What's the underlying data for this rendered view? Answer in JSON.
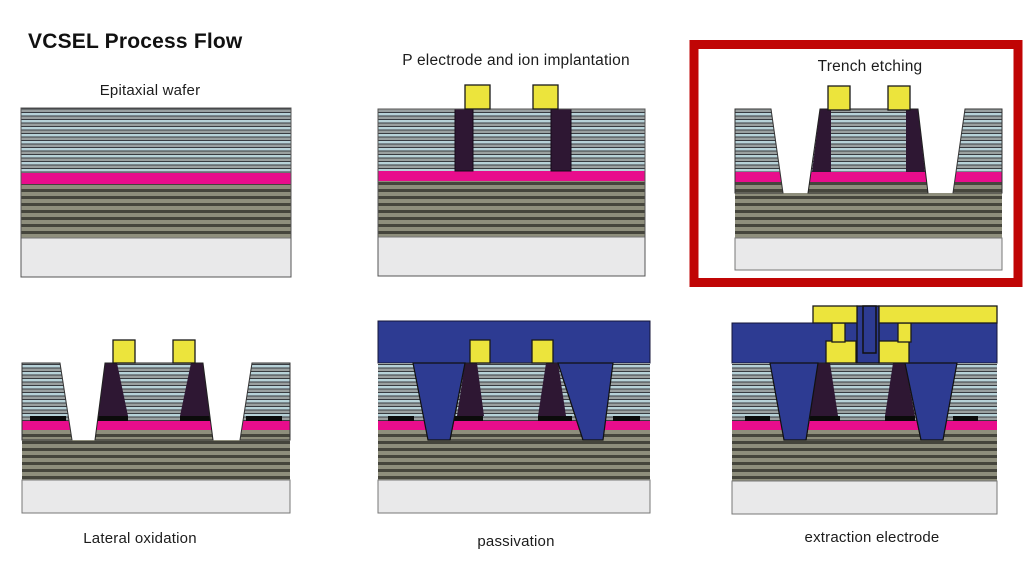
{
  "title": "VCSEL Process Flow",
  "panels": [
    {
      "id": "epitaxial-wafer",
      "label": "Epitaxial wafer",
      "highlighted": false
    },
    {
      "id": "p-electrode-ion-implantation",
      "label": "P electrode and ion implantation",
      "highlighted": false
    },
    {
      "id": "trench-etching",
      "label": "Trench etching",
      "highlighted": true
    },
    {
      "id": "lateral-oxidation",
      "label": "Lateral oxidation",
      "highlighted": false
    },
    {
      "id": "passivation",
      "label": "passivation",
      "highlighted": false
    },
    {
      "id": "extraction-electrode",
      "label": "extraction electrode",
      "highlighted": false
    }
  ],
  "colors": {
    "top_dbr_light": "#b7d2d8",
    "top_dbr_gray": "#9aa0a0",
    "stripe_dark": "#383b40",
    "bottom_dbr_light": "#8e8e7c",
    "bottom_dbr_dark": "#45453c",
    "active_layer_magenta": "#e80d8c",
    "substrate_gray": "#e9e9ea",
    "electrode_yellow": "#ece43c",
    "implant_purple": "#2e1733",
    "oxide_black": "#0b0b0b",
    "passivation_blue": "#2d3b92",
    "highlight_red": "#c00505"
  }
}
